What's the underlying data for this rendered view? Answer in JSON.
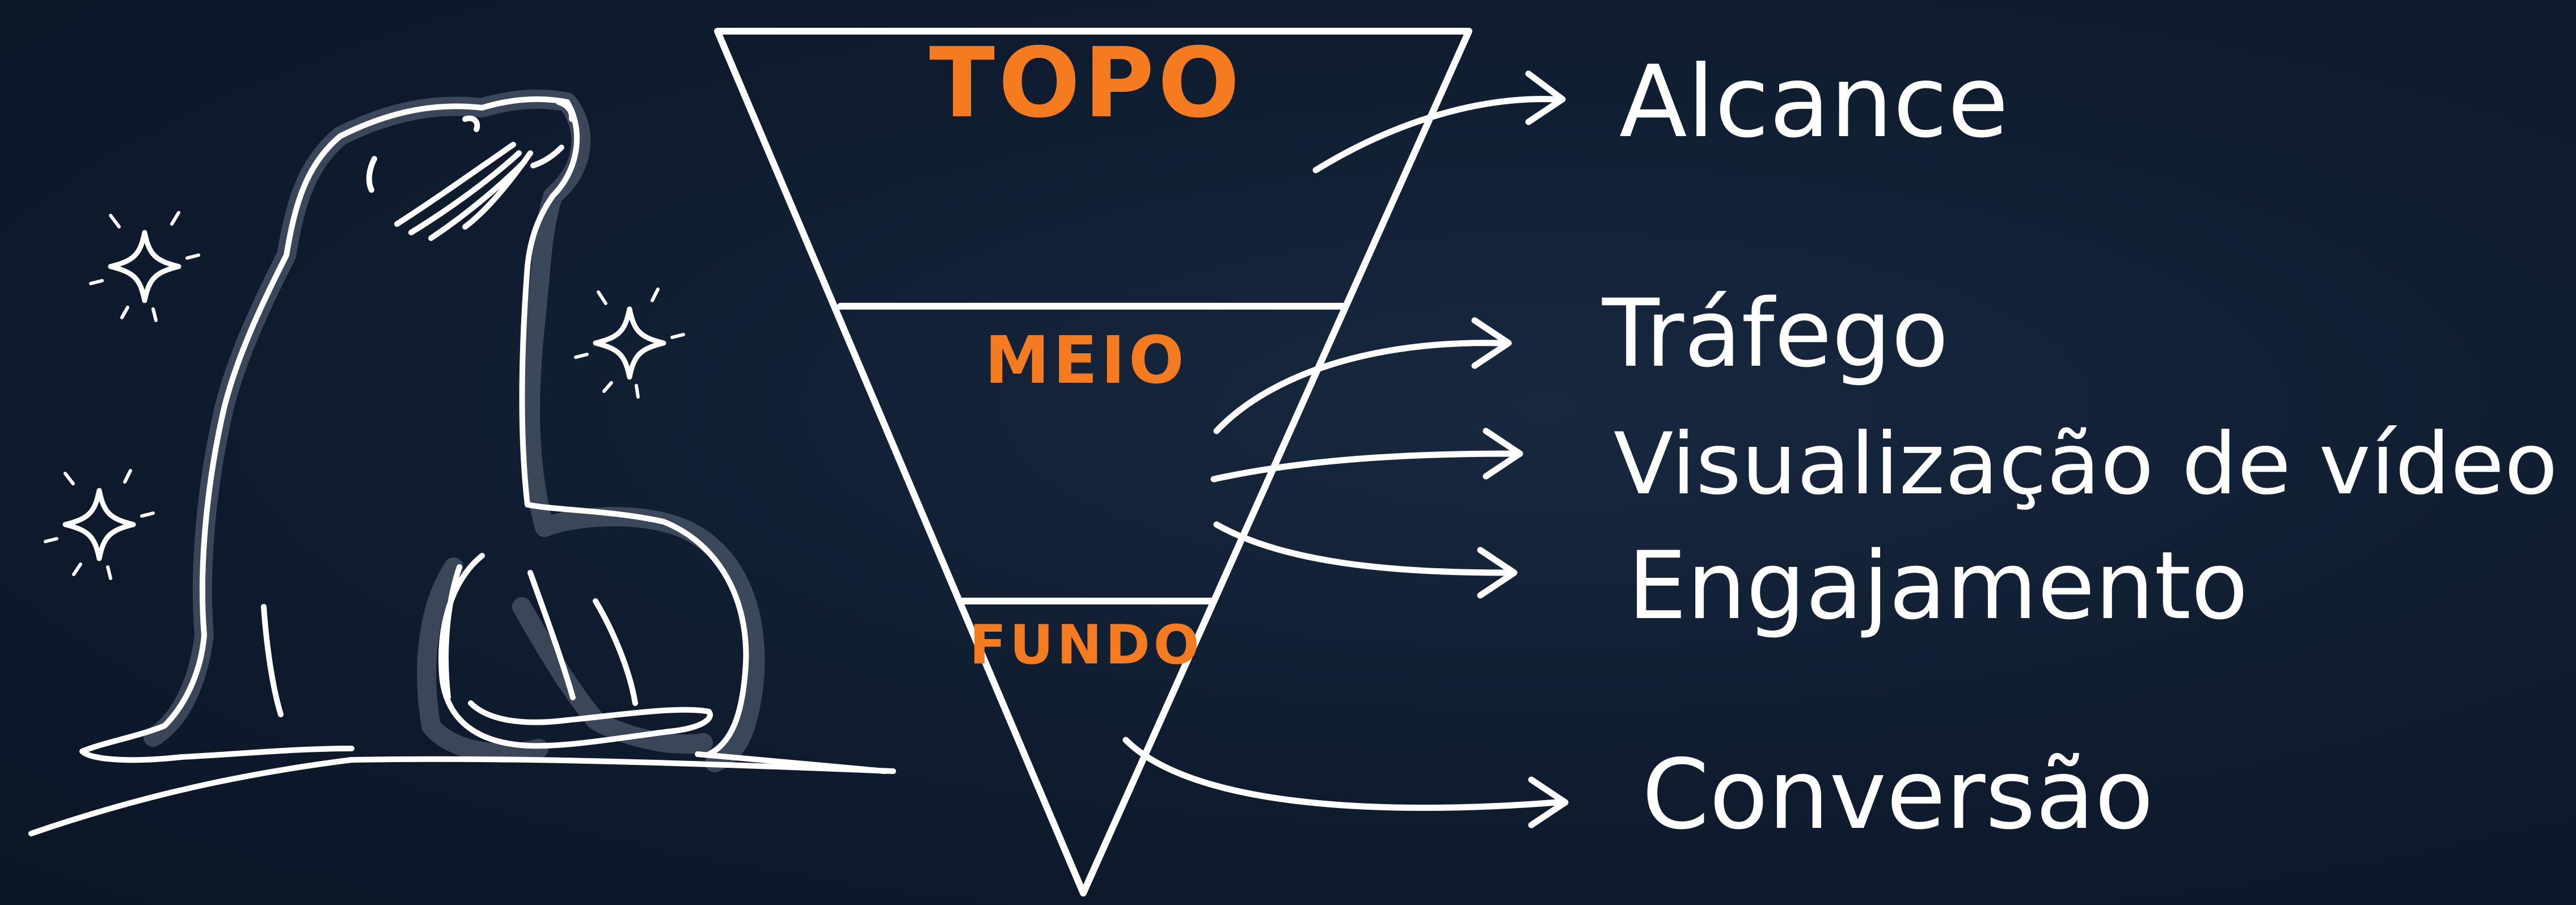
{
  "funnel": {
    "stages": [
      {
        "label": "TOPO"
      },
      {
        "label": "MEIO"
      },
      {
        "label": "FUNDO"
      }
    ]
  },
  "metrics": [
    {
      "label": "Alcance",
      "stage": "TOPO"
    },
    {
      "label": "Tráfego",
      "stage": "MEIO"
    },
    {
      "label": "Visualização de vídeo",
      "stage": "MEIO"
    },
    {
      "label": "Engajamento",
      "stage": "MEIO"
    },
    {
      "label": "Conversão",
      "stage": "FUNDO"
    }
  ],
  "colors": {
    "background": "#0f1c2f",
    "stage_label": "#f47b20",
    "lines": "#ffffff"
  },
  "illustration": {
    "subject": "sea-lion",
    "decorations": "sparkle-icon"
  }
}
